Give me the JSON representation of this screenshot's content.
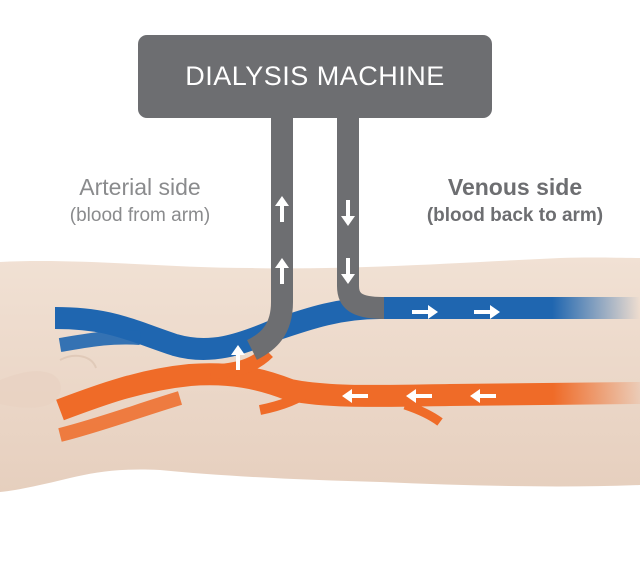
{
  "machine": {
    "label": "DIALYSIS MACHINE"
  },
  "arterial": {
    "title": "Arterial side",
    "subtitle": "(blood from arm)"
  },
  "venous": {
    "title": "Venous side",
    "subtitle": "(blood back to arm)"
  },
  "colors": {
    "machine": "#6d6e71",
    "tubing": "#6d6e71",
    "vein": "#1f66b0",
    "artery": "#ef6b28",
    "skin": "#efdccd",
    "arrow": "#ffffff"
  }
}
